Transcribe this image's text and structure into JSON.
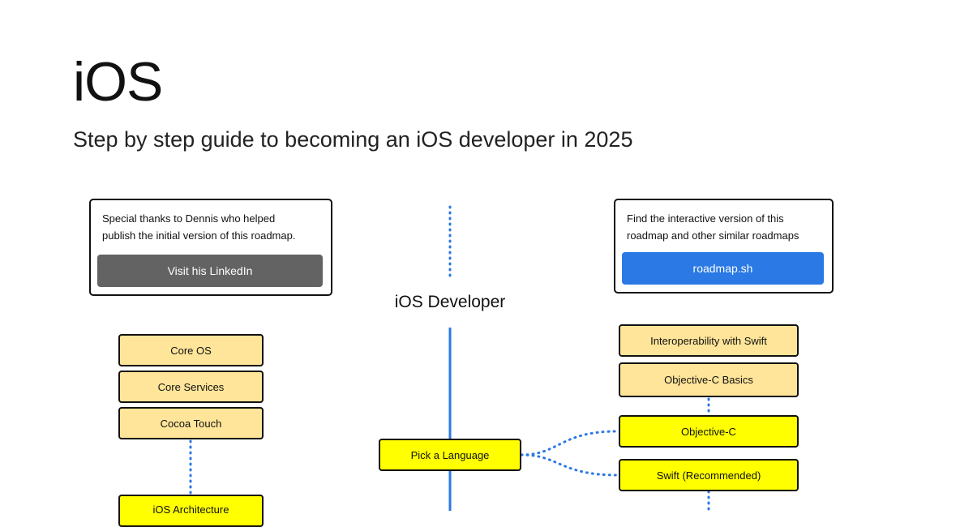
{
  "page": {
    "title": "iOS",
    "subtitle": "Step by step guide to becoming an iOS developer in 2025"
  },
  "colors": {
    "topic_fill": "#ffe599",
    "main_fill": "#ffff00",
    "link_blue": "#2b78e4",
    "linkedin_button": "#636363",
    "roadmap_button": "#2a79e4"
  },
  "cards": {
    "thanks": {
      "line1": "Special thanks to Dennis who helped",
      "line2": "publish the initial version of this roadmap.",
      "button": "Visit his LinkedIn"
    },
    "interactive": {
      "line1": "Find the interactive version of this",
      "line2": "roadmap and other similar roadmaps",
      "button": "roadmap.sh"
    }
  },
  "diagram": {
    "center_label": "iOS Developer",
    "left_nodes": [
      "Core OS",
      "Core Services",
      "Cocoa Touch"
    ],
    "left_bottom_node": "iOS Architecture",
    "center_node": "Pick a Language",
    "right_topic_nodes": [
      "Interoperability with Swift",
      "Objective-C Basics"
    ],
    "right_main_nodes": [
      "Objective-C",
      "Swift (Recommended)"
    ]
  }
}
